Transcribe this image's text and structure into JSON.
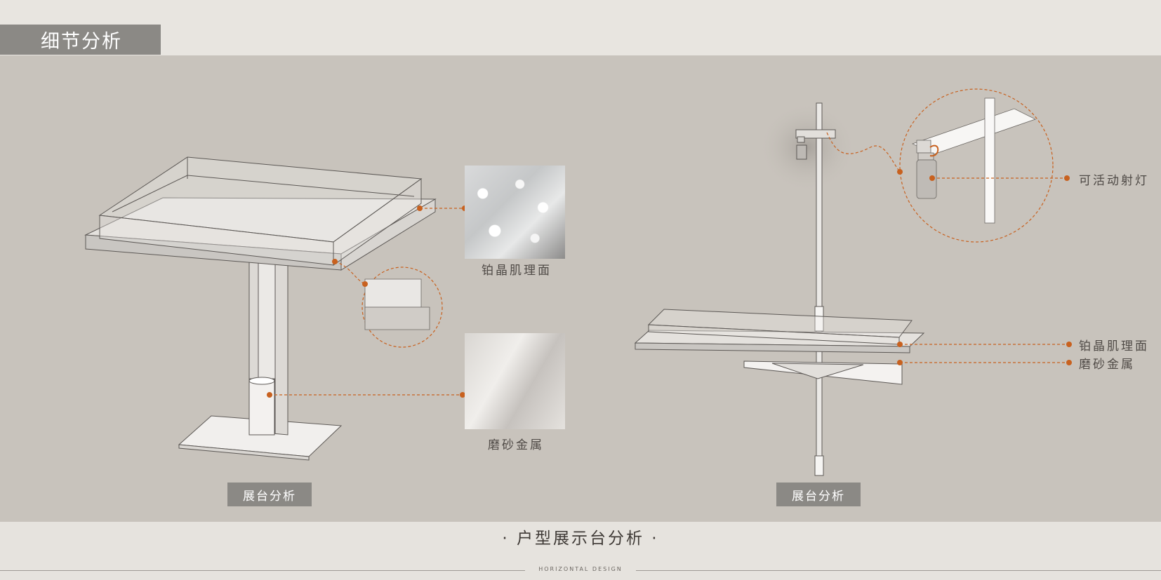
{
  "header": {
    "title": "细节分析"
  },
  "left_panel": {
    "material_texture_label": "铂晶肌理面",
    "material_metal_label": "磨砂金属",
    "section_label": "展台分析"
  },
  "right_panel": {
    "light_label": "可活动射灯",
    "material_texture_label": "铂晶肌理面",
    "material_metal_label": "磨砂金属",
    "section_label": "展台分析"
  },
  "footer": {
    "title": "· 户型展示台分析 ·",
    "brand": "HORIZONTAL DESIGN"
  },
  "colors": {
    "accent": "#c8611f",
    "panel_bg": "#c8c3bc",
    "tag_bg": "#8b8985"
  }
}
